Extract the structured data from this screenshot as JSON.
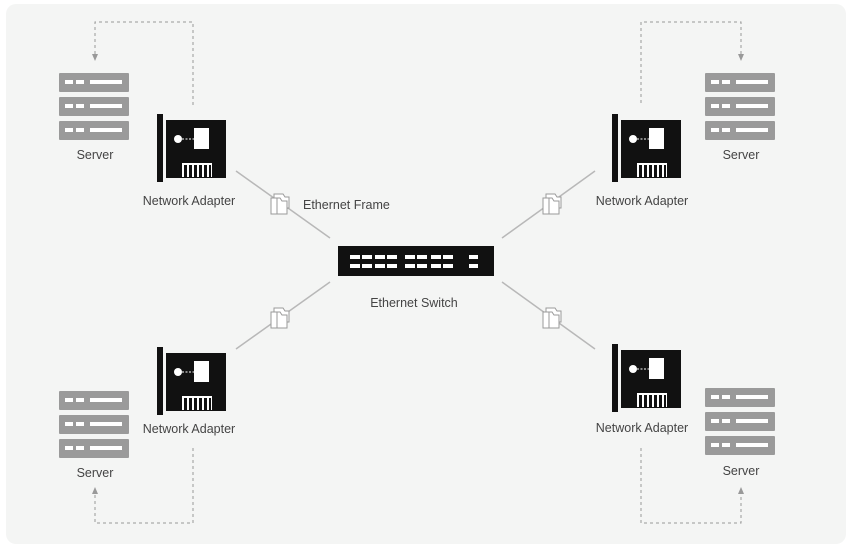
{
  "labels": {
    "server": "Server",
    "network_adapter": "Network Adapter",
    "ethernet_frame": "Ethernet Frame",
    "ethernet_switch": "Ethernet Switch"
  },
  "colors": {
    "panel_bg": "#f4f5f4",
    "device_black": "#111111",
    "server_gray": "#9a9a9a",
    "link_gray": "#b8b8b8",
    "dashed_arrow": "#999999",
    "text": "#444444"
  },
  "icons": [
    "server-icon",
    "network-adapter-icon",
    "ethernet-switch-icon",
    "ethernet-frame-icon"
  ]
}
